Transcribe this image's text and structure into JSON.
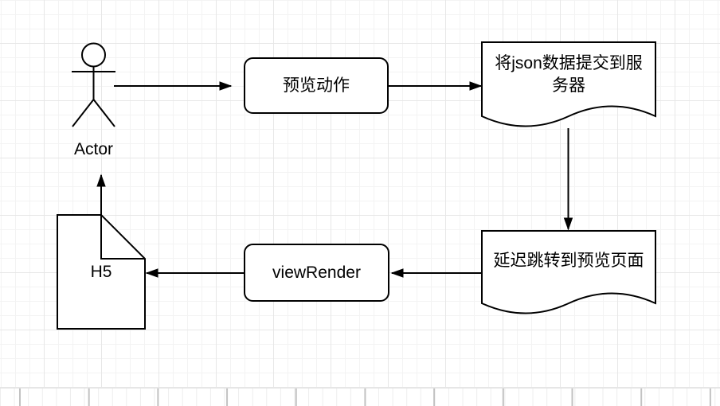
{
  "canvas": {
    "background": "#ffffff",
    "grid_minor_color": "#f3f3f3",
    "grid_major_color": "#e7e7e7",
    "page_break_tick_color": "#c2c2c2",
    "shape_stroke_color": "#000000",
    "shape_fill_color": "#ffffff",
    "text_color": "#000000"
  },
  "diagram": {
    "nodes": {
      "actor": {
        "type": "actor",
        "label": "Actor"
      },
      "preview_action": {
        "type": "rounded-rectangle",
        "label": "预览动作"
      },
      "submit_json": {
        "type": "document",
        "label": "将json数据提交到服务器",
        "lines": [
          "将json数据提交到服",
          "务器"
        ]
      },
      "delayed_redirect": {
        "type": "document",
        "label": "延迟跳转到预览页面"
      },
      "view_render": {
        "type": "rounded-rectangle",
        "label": "viewRender"
      },
      "h5": {
        "type": "note",
        "label": "H5"
      }
    },
    "edges": [
      {
        "from": "actor",
        "to": "preview_action",
        "direction": "right"
      },
      {
        "from": "preview_action",
        "to": "submit_json",
        "direction": "right"
      },
      {
        "from": "submit_json",
        "to": "delayed_redirect",
        "direction": "down"
      },
      {
        "from": "delayed_redirect",
        "to": "view_render",
        "direction": "left"
      },
      {
        "from": "view_render",
        "to": "h5",
        "direction": "left"
      },
      {
        "from": "h5",
        "to": "actor",
        "direction": "up"
      }
    ]
  }
}
